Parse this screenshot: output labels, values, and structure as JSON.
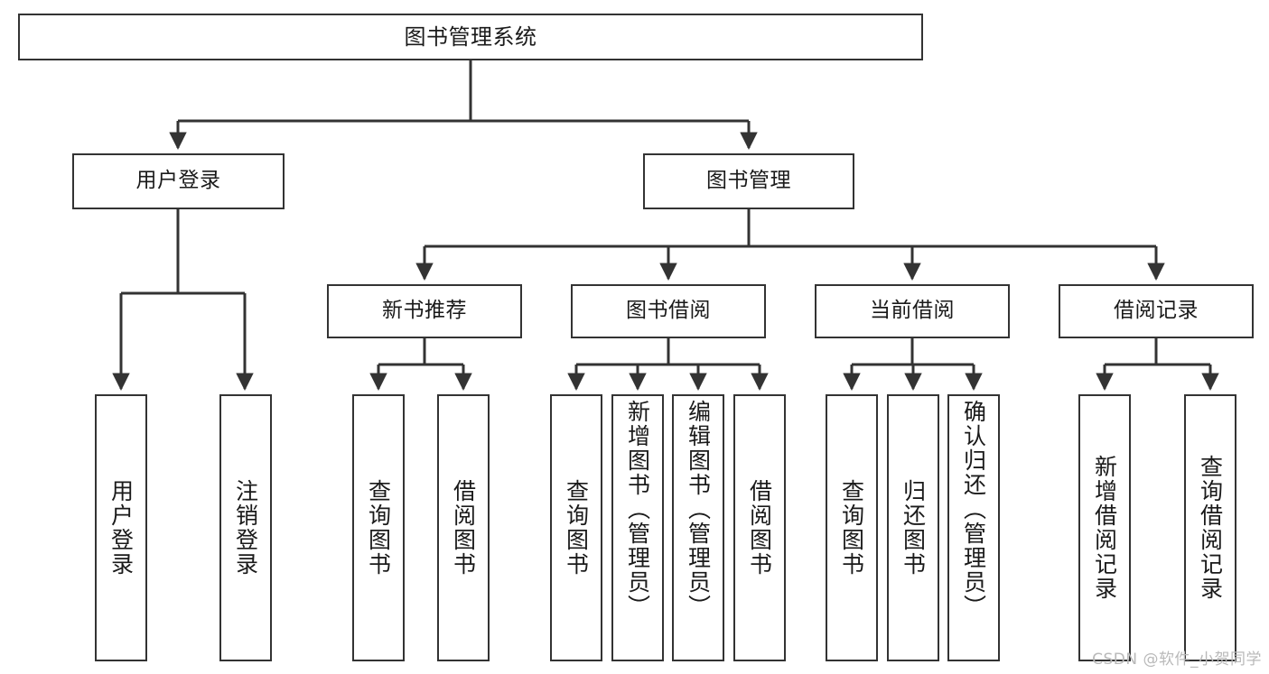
{
  "diagram": {
    "title": "图书管理系统",
    "type": "functional-structure-tree",
    "watermark": "CSDN @软件_小贺同学",
    "colors": {
      "box_border": "#333333",
      "box_fill": "#ffffff",
      "connector": "#333333",
      "text": "#1a1a1a",
      "watermark": "#b9b9b9",
      "background": "#ffffff"
    },
    "levels": {
      "root": {
        "label": "图书管理系统"
      },
      "level1": [
        {
          "label": "用户登录"
        },
        {
          "label": "图书管理"
        }
      ],
      "level2": [
        {
          "label": "新书推荐"
        },
        {
          "label": "图书借阅"
        },
        {
          "label": "当前借阅"
        },
        {
          "label": "借阅记录"
        }
      ],
      "leaves": {
        "user_login": [
          {
            "label": "用户登录"
          },
          {
            "label": "注销登录"
          }
        ],
        "new_book_recommend": [
          {
            "label": "查询图书"
          },
          {
            "label": "借阅图书"
          }
        ],
        "book_borrow": [
          {
            "label": "查询图书"
          },
          {
            "label": "新增图书（管理员）"
          },
          {
            "label": "编辑图书（管理员）"
          },
          {
            "label": "借阅图书"
          }
        ],
        "current_borrow": [
          {
            "label": "查询图书"
          },
          {
            "label": "归还图书"
          },
          {
            "label": "确认归还（管理员）"
          }
        ],
        "borrow_record": [
          {
            "label": "新增借阅记录"
          },
          {
            "label": "查询借阅记录"
          }
        ]
      }
    }
  }
}
